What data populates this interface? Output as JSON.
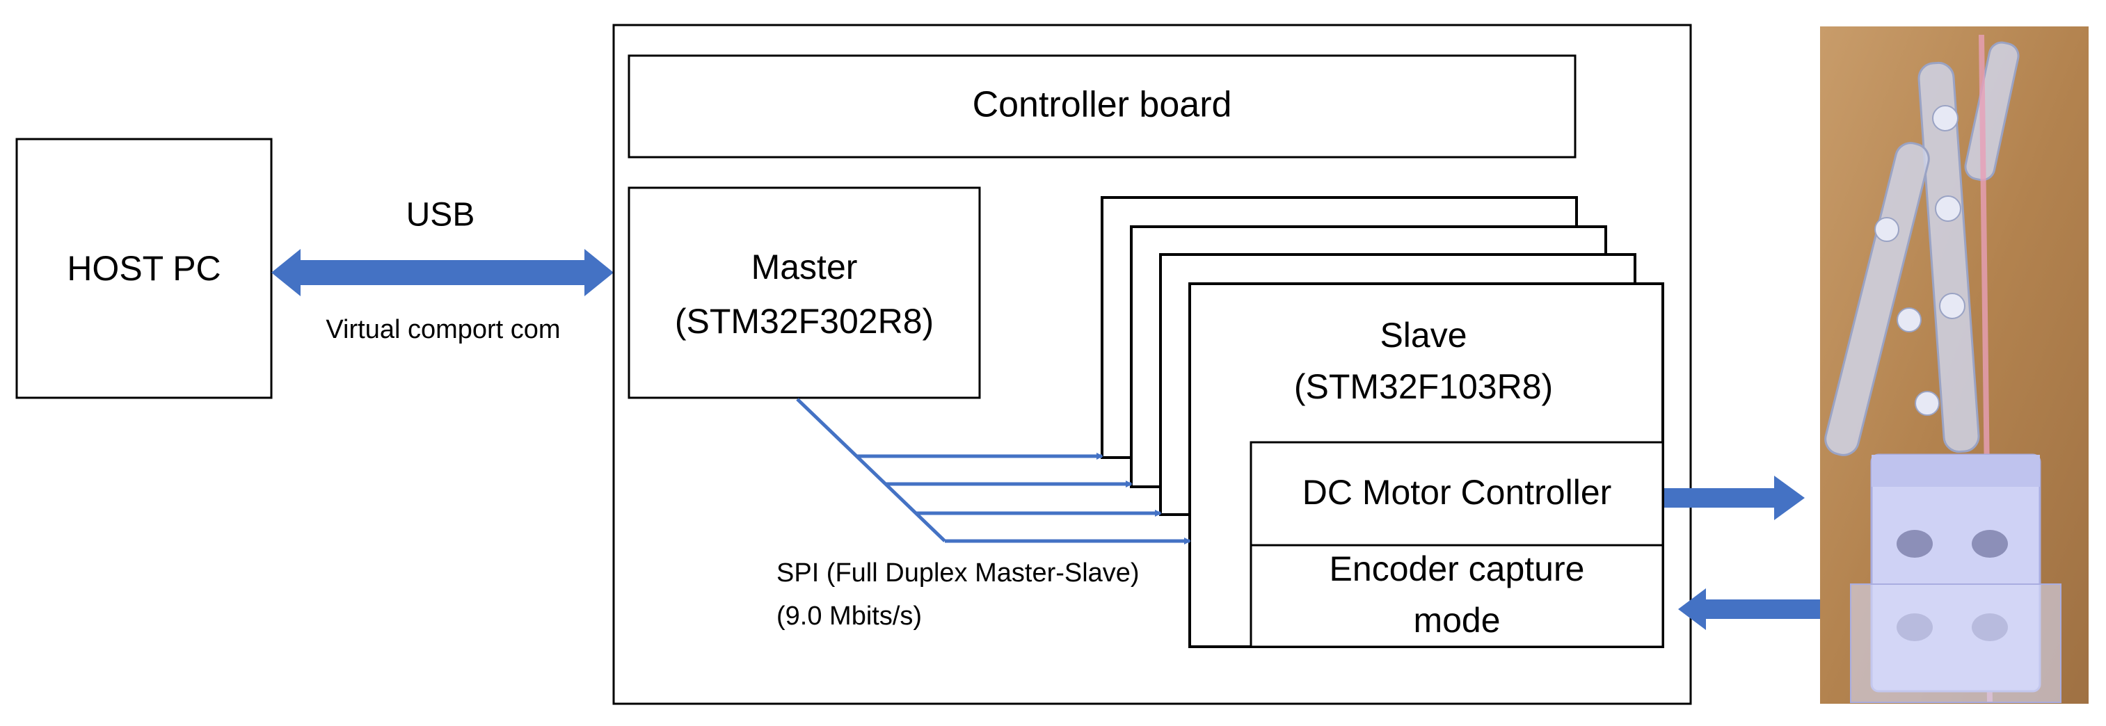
{
  "host": {
    "label": "HOST PC"
  },
  "usb": {
    "label": "USB",
    "sublabel": "Virtual comport com"
  },
  "controller": {
    "label": "Controller board"
  },
  "master": {
    "line1": "Master",
    "line2": "(STM32F302R8)"
  },
  "slave": {
    "line1": "Slave",
    "line2": "(STM32F103R8)",
    "dc_motor": "DC Motor Controller",
    "encoder_line1": "Encoder capture",
    "encoder_line2": "mode"
  },
  "spi": {
    "line1": "SPI (Full Duplex Master-Slave)",
    "line2": "(9.0 Mbits/s)"
  },
  "colors": {
    "arrow": "#4472C4",
    "stroke": "#000000",
    "photo_bg": "#b58a5a",
    "hand": "#cfd2f5"
  },
  "photo": {
    "icon": "robotic-hand-photo"
  }
}
